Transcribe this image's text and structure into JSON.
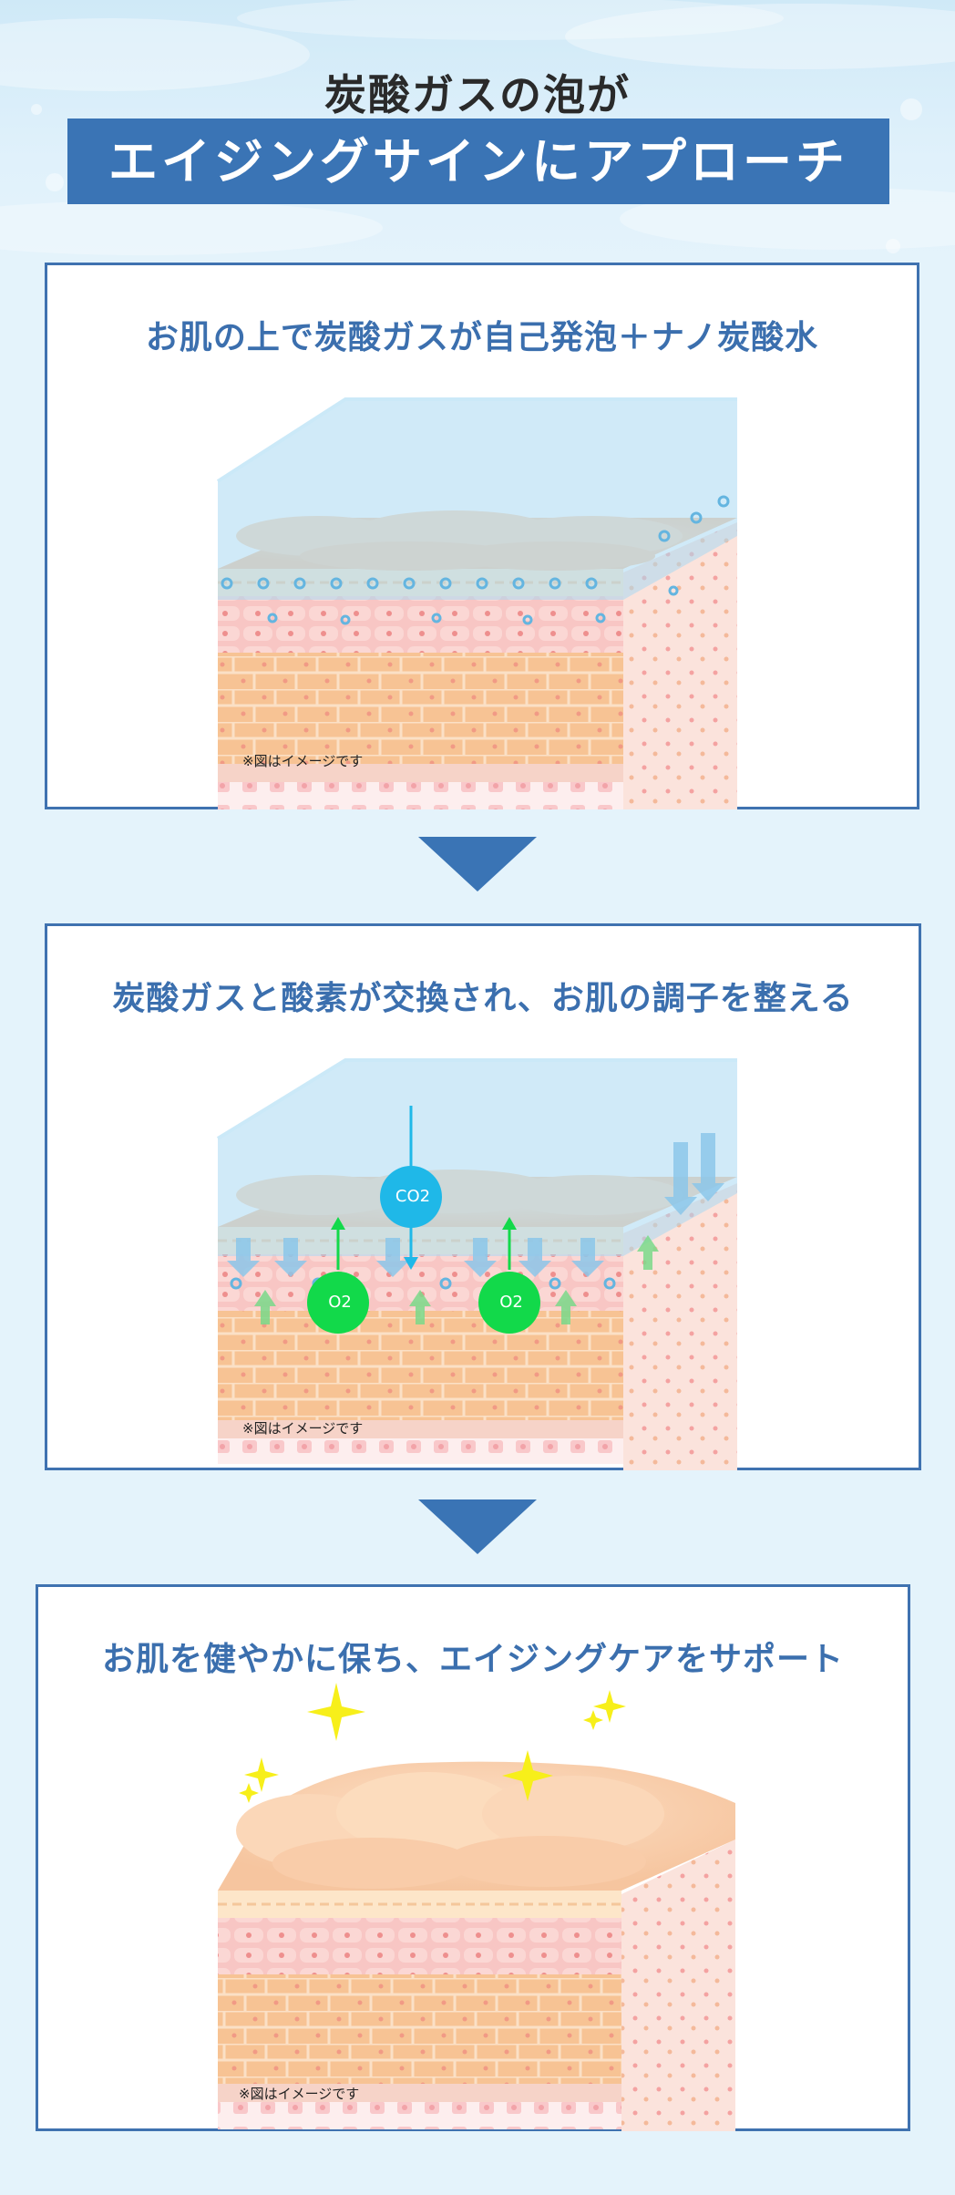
{
  "hero": {
    "line1": "炭酸ガスの泡が",
    "line2": "エイジングサインにアプローチ"
  },
  "panels": [
    {
      "title": "お肌の上で炭酸ガスが自己発泡＋ナノ炭酸水",
      "note": "※図はイメージです"
    },
    {
      "title": "炭酸ガスと酸素が交換され、お肌の調子を整える",
      "note": "※図はイメージです",
      "labels": {
        "co2": "CO2",
        "o2_left": "O2",
        "o2_right": "O2"
      }
    },
    {
      "title": "お肌を健やかに保ち、エイジングケアをサポート",
      "note": "※図はイメージです"
    }
  ],
  "colors": {
    "accent": "#3a74b5",
    "co2": "#1fb8e8",
    "o2": "#12d94a",
    "sparkle": "#f7ef1a"
  }
}
